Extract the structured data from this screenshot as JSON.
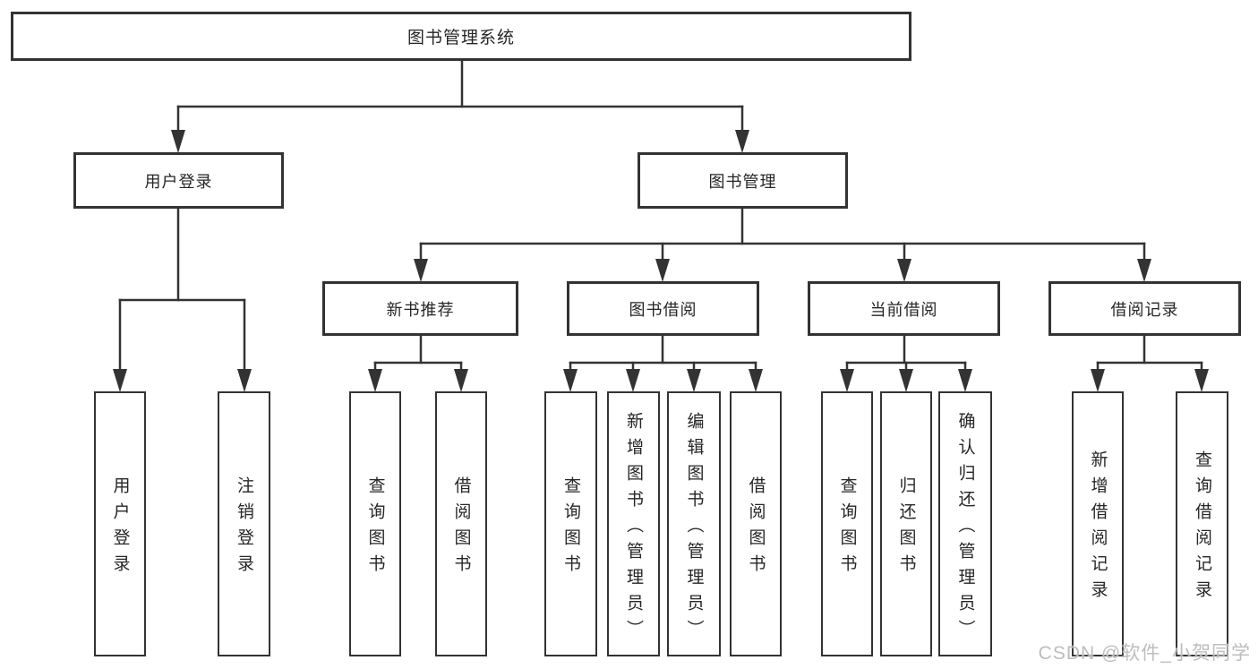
{
  "diagram": {
    "root_label": "图书管理系统",
    "branches": [
      {
        "label": "用户登录",
        "leaves": [
          "用户登录",
          "注销登录"
        ]
      },
      {
        "label": "图书管理",
        "groups": [
          {
            "label": "新书推荐",
            "leaves": [
              "查询图书",
              "借阅图书"
            ]
          },
          {
            "label": "图书借阅",
            "leaves": [
              "查询图书",
              "新增图书（管理员）",
              "编辑图书（管理员）",
              "借阅图书"
            ]
          },
          {
            "label": "当前借阅",
            "leaves": [
              "查询图书",
              "归还图书",
              "确认归还（管理员）"
            ]
          },
          {
            "label": "借阅记录",
            "leaves": [
              "新增借阅记录",
              "查询借阅记录"
            ]
          }
        ]
      }
    ]
  },
  "watermark": "CSDN @软件_小贺同学",
  "colors": {
    "line": "#333333",
    "text": "#262626",
    "watermark": "#b9b9b9"
  }
}
